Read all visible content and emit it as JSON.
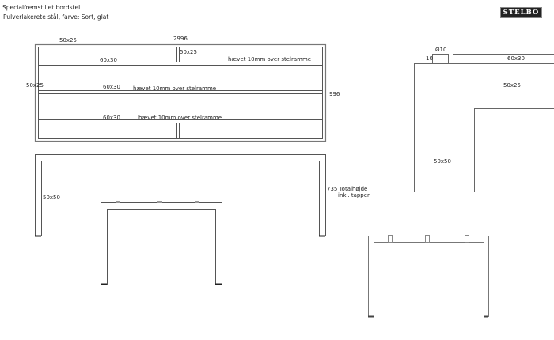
{
  "header": {
    "title": "Specialfremstillet bordstel",
    "subtitle": "Pulverlakerete stål, farve: Sort, glat",
    "logo": "STELBO"
  },
  "plan_view": {
    "width_label": "2996",
    "depth_label": "996",
    "frame_top_label": "50x25",
    "frame_side_label": "50x25",
    "center_label": "50x25",
    "rails": [
      {
        "profile": "60x30",
        "note": "hævet 10mm over stelramme"
      },
      {
        "profile": "60x30",
        "note": "hævet 10mm over stelramme"
      },
      {
        "profile": "60x30",
        "note": "hævet 10mm over stelramme"
      }
    ]
  },
  "side_view": {
    "leg_label": "50x50",
    "height_label": "735 Totalhøjde",
    "height_note": "inkl. tapper"
  },
  "detail": {
    "peg_diameter": "Ø10",
    "peg_height": "10",
    "rail_label": "60x30",
    "frame_label": "50x25",
    "leg_label": "50x50"
  }
}
